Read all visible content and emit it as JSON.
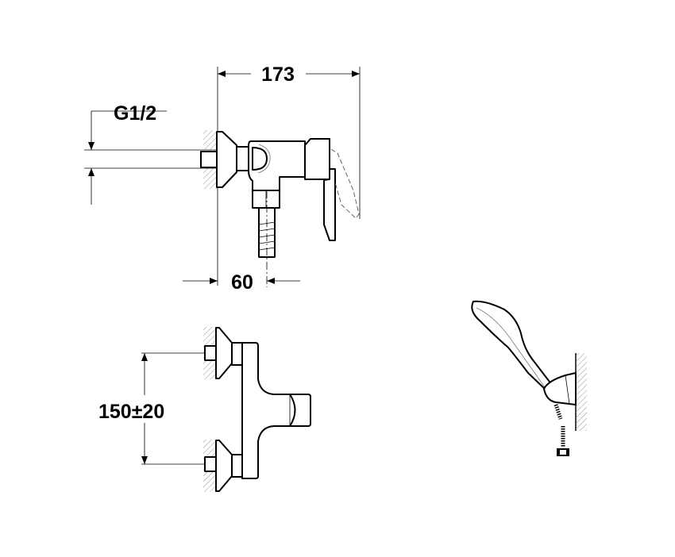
{
  "dimensions": {
    "width_total": "173",
    "thread": "G1/2",
    "offset": "60",
    "inlet_spacing": "150±20"
  },
  "colors": {
    "line": "#000000",
    "background": "#ffffff",
    "hatch": "#777777"
  }
}
